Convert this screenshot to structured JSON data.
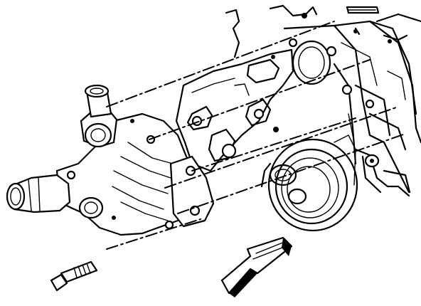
{
  "figure": {
    "kind": "exploded-assembly-line-drawing",
    "colors": {
      "line": "#000000",
      "background": "#ffffff"
    },
    "parts": [
      {
        "id": "engine-block",
        "icon": "engine-block-icon"
      },
      {
        "id": "crankshaft-pulley",
        "icon": "pulley-icon"
      },
      {
        "id": "water-pump-gasket",
        "icon": "gasket-icon"
      },
      {
        "id": "water-pump-assembly",
        "icon": "water-pump-icon"
      },
      {
        "id": "water-pump-bolt",
        "icon": "bolt-icon"
      },
      {
        "id": "front-direction-arrow",
        "icon": "direction-arrow-icon"
      }
    ]
  }
}
